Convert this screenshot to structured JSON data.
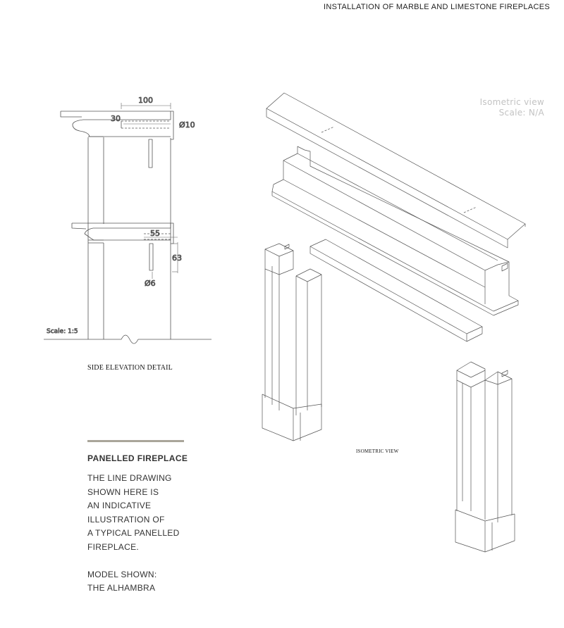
{
  "header": {
    "title": "INSTALLATION OF MARBLE AND LIMESTONE FIREPLACES"
  },
  "side_elevation": {
    "caption": "SIDE ELEVATION DETAIL",
    "scale": "Scale: 1:5",
    "dimensions": {
      "d100": "100",
      "d30": "30",
      "dia10": "Ø10",
      "d55": "55",
      "d63": "63",
      "dia6": "Ø6"
    }
  },
  "isometric": {
    "caption": "ISOMETRIC VIEW",
    "note_line1": "Isometric view",
    "note_line2": "Scale: N/A"
  },
  "panel": {
    "title": "PANELLED FIREPLACE",
    "lines": [
      "THE LINE DRAWING",
      "SHOWN HERE IS",
      "AN INDICATIVE",
      "ILLUSTRATION OF",
      "A TYPICAL PANELLED",
      "FIREPLACE.",
      "",
      "MODEL SHOWN:",
      "THE ALHAMBRA"
    ]
  }
}
